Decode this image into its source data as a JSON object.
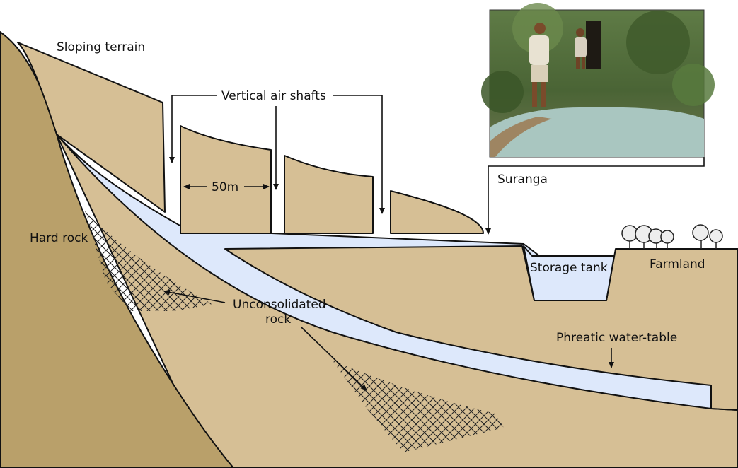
{
  "labels": {
    "sloping_terrain": "Sloping terrain",
    "vertical_air_shafts": "Vertical air shafts",
    "spacing": "50m",
    "suranga": "Suranga",
    "hard_rock": "Hard rock",
    "storage_tank": "Storage tank",
    "farmland": "Farmland",
    "unconsolidated_rock_line1": "Unconsolidated",
    "unconsolidated_rock_line2": "rock",
    "phreatic_water_table": "Phreatic water-table"
  },
  "colors": {
    "soil": "#d6bf95",
    "hard_rock": "#b9a06a",
    "water": "#dde8fb",
    "outline": "#111111",
    "photo_foliage": "#4f6a36",
    "photo_water": "#a9c6c0"
  }
}
